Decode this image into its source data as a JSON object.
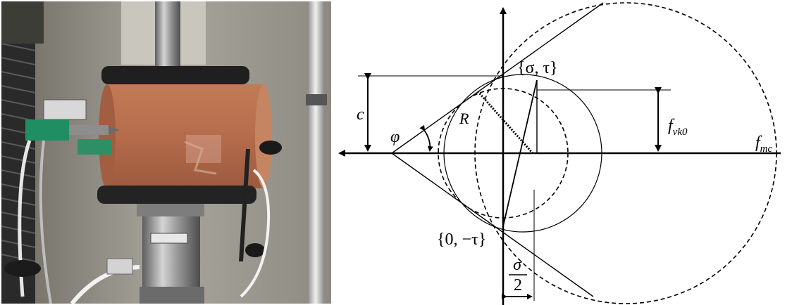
{
  "photo": {
    "subject": "masonry-cylinder-in-testing-machine"
  },
  "diagram": {
    "labels": {
      "sigma_tau": "{σ, τ}",
      "zero_minus_tau": "{0, −τ}",
      "c": "c",
      "phi": "φ",
      "R": "R",
      "f_vk0_main": "f",
      "f_vk0_sub": "vk0",
      "f_mc_main": "f",
      "f_mc_sub": "mc",
      "sigma_num": "σ",
      "sigma_den": "2"
    },
    "colors": {
      "ink": "#000000",
      "brick": "#b86a49",
      "background": "#ffffff"
    }
  }
}
